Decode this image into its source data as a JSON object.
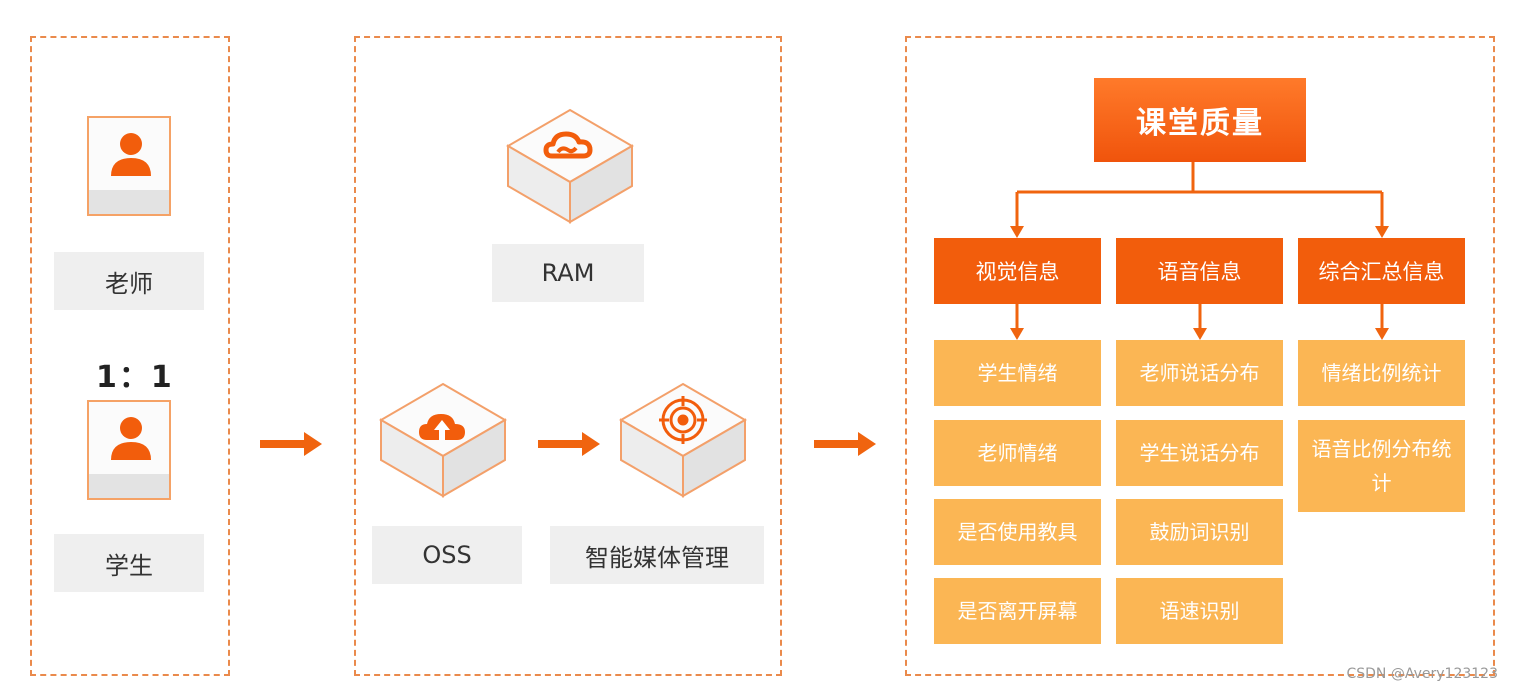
{
  "left_panel": {
    "teacher_label": "老师",
    "ratio": "1：1",
    "student_label": "学生"
  },
  "middle_panel": {
    "ram_label": "RAM",
    "oss_label": "OSS",
    "media_label": "智能媒体管理"
  },
  "right_panel": {
    "title": "课堂质量",
    "categories": [
      {
        "label": "视觉信息",
        "items": [
          "学生情绪",
          "老师情绪",
          "是否使用教具",
          "是否离开屏幕"
        ]
      },
      {
        "label": "语音信息",
        "items": [
          "老师说话分布",
          "学生说话分布",
          "鼓励词识别",
          "语速识别"
        ]
      },
      {
        "label": "综合汇总信息",
        "items": [
          "情绪比例统计",
          "语音比例分布统计"
        ]
      }
    ]
  },
  "watermark": "CSDN @Avery123123",
  "colors": {
    "accent": "#f25d0c",
    "leaf": "#fbb654",
    "dashed_border": "#ea8a4c"
  },
  "icons": [
    "user-icon",
    "cloud-icon",
    "cloud-upload-icon",
    "media-target-icon",
    "right-arrow-icon"
  ]
}
